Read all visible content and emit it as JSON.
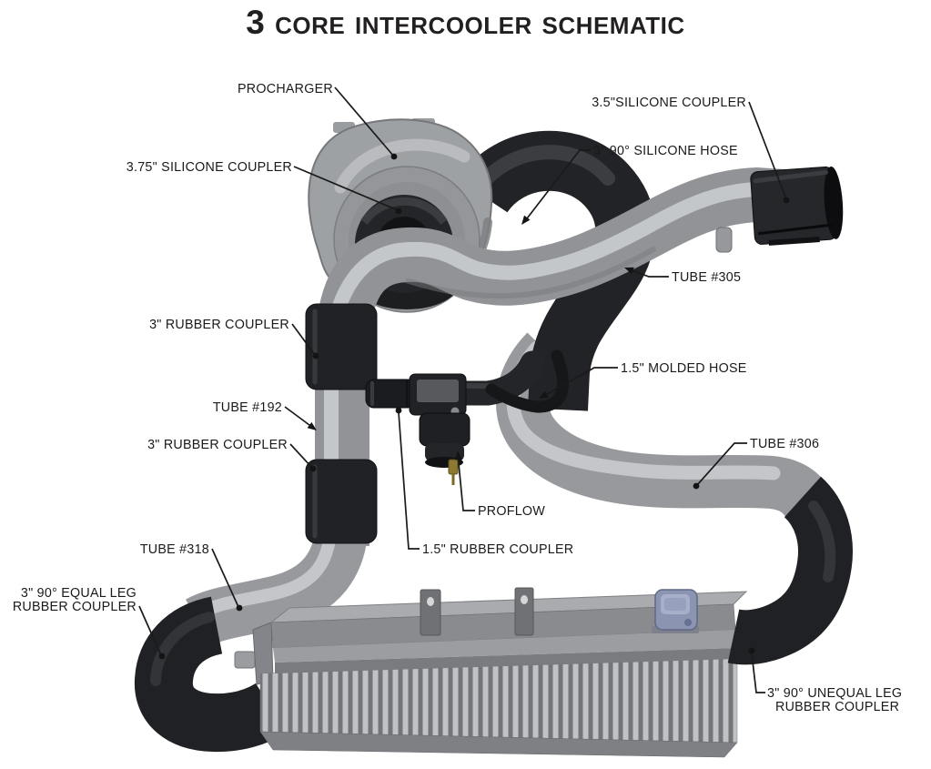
{
  "page": {
    "title": "3 Core Intercooler Schematic",
    "background": "#ffffff"
  },
  "diagram": {
    "type": "labeled-parts-schematic",
    "labels": [
      {
        "id": "procharger",
        "text": "PROCHARGER"
      },
      {
        "id": "silicone-coupler-3-5",
        "text": "3.5\"SILICONE COUPLER"
      },
      {
        "id": "silicone-hose-3-90",
        "text": "3\" 90° SILICONE HOSE"
      },
      {
        "id": "silicone-coupler-3-75",
        "text": "3.75\" SILICONE COUPLER"
      },
      {
        "id": "tube-305",
        "text": "TUBE #305"
      },
      {
        "id": "rubber-coupler-3-upper",
        "text": "3\" RUBBER COUPLER"
      },
      {
        "id": "molded-hose-1-5",
        "text": "1.5\" MOLDED HOSE"
      },
      {
        "id": "tube-192",
        "text": "TUBE #192"
      },
      {
        "id": "rubber-coupler-3-lower",
        "text": "3\" RUBBER COUPLER"
      },
      {
        "id": "tube-306",
        "text": "TUBE #306"
      },
      {
        "id": "proflow",
        "text": "PROFLOW"
      },
      {
        "id": "rubber-coupler-1-5",
        "text": "1.5\" RUBBER COUPLER"
      },
      {
        "id": "tube-318",
        "text": "TUBE #318"
      },
      {
        "id": "equal-leg-coupler",
        "text": "3\" 90° EQUAL LEG",
        "text2": "RUBBER COUPLER"
      },
      {
        "id": "unequal-leg-coupler",
        "text": "3\" 90° UNEQUAL LEG",
        "text2": "RUBBER COUPLER"
      }
    ],
    "colors": {
      "label_text": "#1a1a1a",
      "leader_line": "#1a1a1a",
      "pipe_gray": "#97999c",
      "pipe_highlight": "#c9cbce",
      "rubber_black": "#202124",
      "intercooler_tank": "#8f9194",
      "intercooler_fins": "#c0c2c5",
      "cap_blue": "#8b94b1",
      "brass_fitting": "#8d7930"
    }
  }
}
